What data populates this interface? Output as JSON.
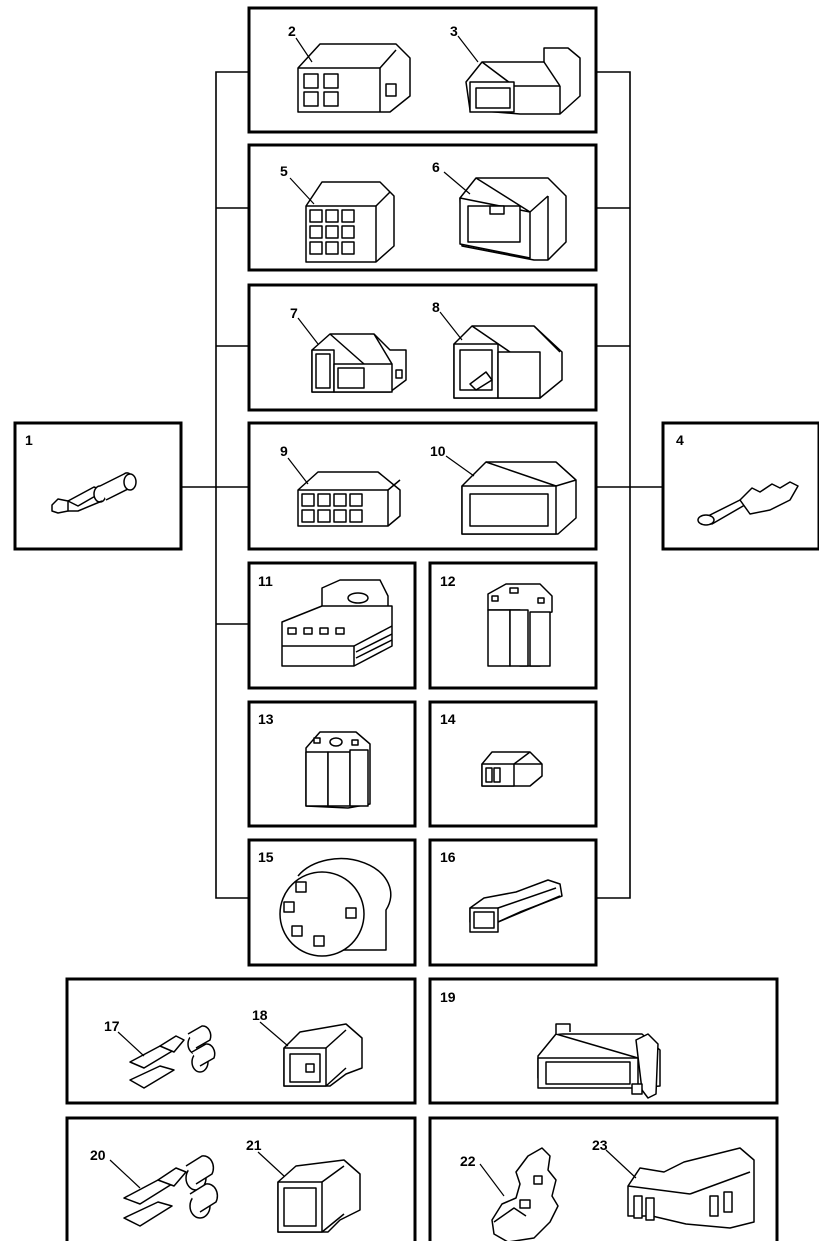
{
  "parts": [
    {
      "id": "p1",
      "label": "1",
      "icon": "terminal-barrel-icon"
    },
    {
      "id": "p2",
      "label": "2",
      "icon": "connector-4-way-housing-icon"
    },
    {
      "id": "p3",
      "label": "3",
      "icon": "connector-2-way-housing-icon"
    },
    {
      "id": "p4",
      "label": "4",
      "icon": "terminal-flat-icon"
    },
    {
      "id": "p5",
      "label": "5",
      "icon": "connector-6-way-housing-icon"
    },
    {
      "id": "p6",
      "label": "6",
      "icon": "connector-shroud-housing-icon"
    },
    {
      "id": "p7",
      "label": "7",
      "icon": "connector-2-way-small-icon"
    },
    {
      "id": "p8",
      "label": "8",
      "icon": "connector-2-way-shroud-icon"
    },
    {
      "id": "p9",
      "label": "9",
      "icon": "connector-8-way-housing-icon"
    },
    {
      "id": "p10",
      "label": "10",
      "icon": "connector-open-housing-icon"
    },
    {
      "id": "p11",
      "label": "11",
      "icon": "relay-base-connector-icon"
    },
    {
      "id": "p12",
      "label": "12",
      "icon": "fuse-holder-tall-icon"
    },
    {
      "id": "p13",
      "label": "13",
      "icon": "fuse-holder-short-icon"
    },
    {
      "id": "p14",
      "label": "14",
      "icon": "connector-1-way-small-icon"
    },
    {
      "id": "p15",
      "label": "15",
      "icon": "round-connector-icon"
    },
    {
      "id": "p16",
      "label": "16",
      "icon": "single-pin-connector-icon"
    },
    {
      "id": "p17",
      "label": "17",
      "icon": "spade-terminal-icon"
    },
    {
      "id": "p18",
      "label": "18",
      "icon": "connector-1-way-housing-icon"
    },
    {
      "id": "p19",
      "label": "19",
      "icon": "connector-latch-housing-icon"
    },
    {
      "id": "p20",
      "label": "20",
      "icon": "spade-terminal-large-icon"
    },
    {
      "id": "p21",
      "label": "21",
      "icon": "connector-1-way-housing-alt-icon"
    },
    {
      "id": "p22",
      "label": "22",
      "icon": "terminal-clip-icon"
    },
    {
      "id": "p23",
      "label": "23",
      "icon": "connector-cover-icon"
    }
  ]
}
